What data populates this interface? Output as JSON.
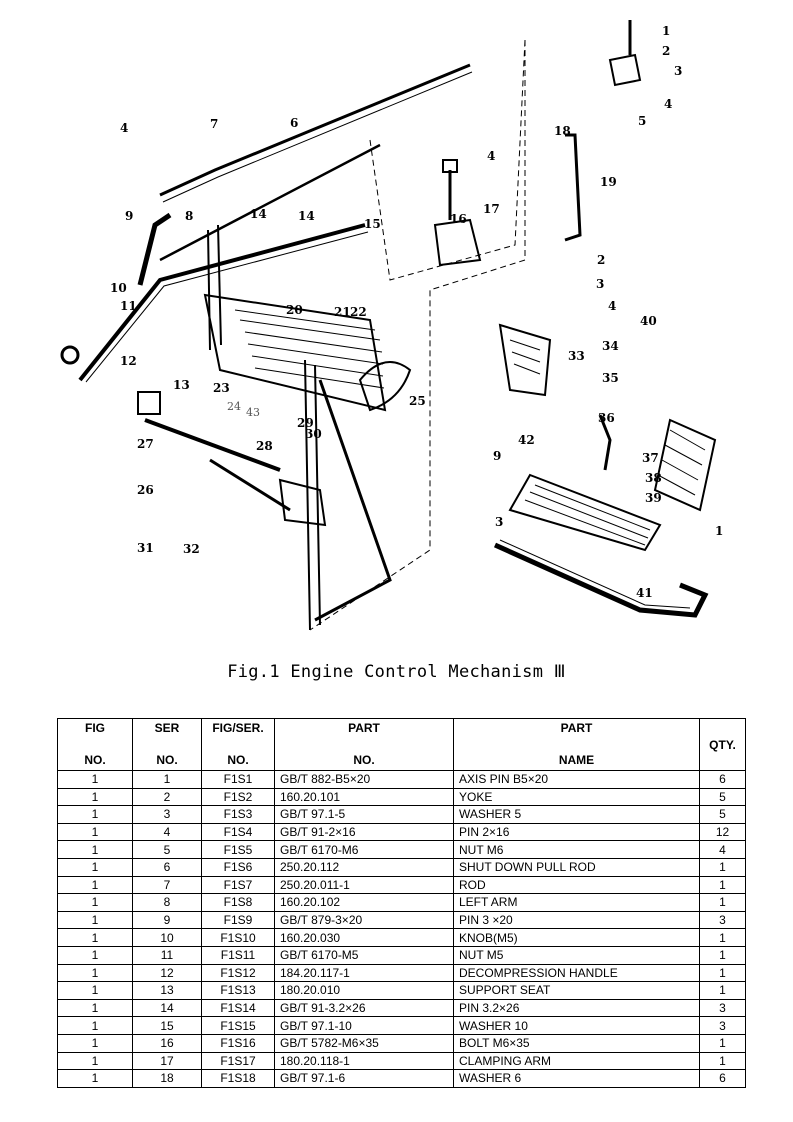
{
  "figure": {
    "caption": "Fig.1 Engine Control Mechanism Ⅲ",
    "callouts": [
      "1",
      "2",
      "3",
      "4",
      "5",
      "6",
      "7",
      "8",
      "9",
      "10",
      "11",
      "12",
      "13",
      "14",
      "15",
      "16",
      "17",
      "18",
      "19",
      "20",
      "21",
      "22",
      "23",
      "24",
      "25",
      "26",
      "27",
      "28",
      "29",
      "30",
      "31",
      "32",
      "33",
      "34",
      "35",
      "36",
      "37",
      "38",
      "39",
      "40",
      "41",
      "42",
      "43"
    ]
  },
  "table": {
    "headers": [
      {
        "line1": "FIG",
        "line2": "NO."
      },
      {
        "line1": "SER",
        "line2": "NO."
      },
      {
        "line1": "FIG/SER.",
        "line2": "NO."
      },
      {
        "line1": "PART",
        "line2": "NO."
      },
      {
        "line1": "PART",
        "line2": "NAME"
      },
      {
        "line1": "QTY.",
        "line2": ""
      }
    ],
    "rows": [
      [
        "1",
        "1",
        "F1S1",
        "GB/T 882-B5×20",
        "AXIS PIN B5×20",
        "6"
      ],
      [
        "1",
        "2",
        "F1S2",
        "160.20.101",
        "YOKE",
        "5"
      ],
      [
        "1",
        "3",
        "F1S3",
        "GB/T 97.1-5",
        "WASHER 5",
        "5"
      ],
      [
        "1",
        "4",
        "F1S4",
        "GB/T 91-2×16",
        "PIN 2×16",
        "12"
      ],
      [
        "1",
        "5",
        "F1S5",
        "GB/T 6170-M6",
        "NUT M6",
        "4"
      ],
      [
        "1",
        "6",
        "F1S6",
        "250.20.112",
        "SHUT DOWN PULL ROD",
        "1"
      ],
      [
        "1",
        "7",
        "F1S7",
        "250.20.011-1",
        "ROD",
        "1"
      ],
      [
        "1",
        "8",
        "F1S8",
        "160.20.102",
        "LEFT ARM",
        "1"
      ],
      [
        "1",
        "9",
        "F1S9",
        "GB/T 879-3×20",
        "PIN 3 ×20",
        "3"
      ],
      [
        "1",
        "10",
        "F1S10",
        "160.20.030",
        "KNOB(M5)",
        "1"
      ],
      [
        "1",
        "11",
        "F1S11",
        "GB/T 6170-M5",
        "NUT M5",
        "1"
      ],
      [
        "1",
        "12",
        "F1S12",
        "184.20.117-1",
        "DECOMPRESSION HANDLE",
        "1"
      ],
      [
        "1",
        "13",
        "F1S13",
        "180.20.010",
        "SUPPORT SEAT",
        "1"
      ],
      [
        "1",
        "14",
        "F1S14",
        "GB/T 91-3.2×26",
        "PIN 3.2×26",
        "3"
      ],
      [
        "1",
        "15",
        "F1S15",
        "GB/T 97.1-10",
        "WASHER 10",
        "3"
      ],
      [
        "1",
        "16",
        "F1S16",
        "GB/T 5782-M6×35",
        "BOLT M6×35",
        "1"
      ],
      [
        "1",
        "17",
        "F1S17",
        "180.20.118-1",
        "CLAMPING ARM",
        "1"
      ],
      [
        "1",
        "18",
        "F1S18",
        "GB/T 97.1-6",
        "WASHER 6",
        "6"
      ]
    ]
  }
}
